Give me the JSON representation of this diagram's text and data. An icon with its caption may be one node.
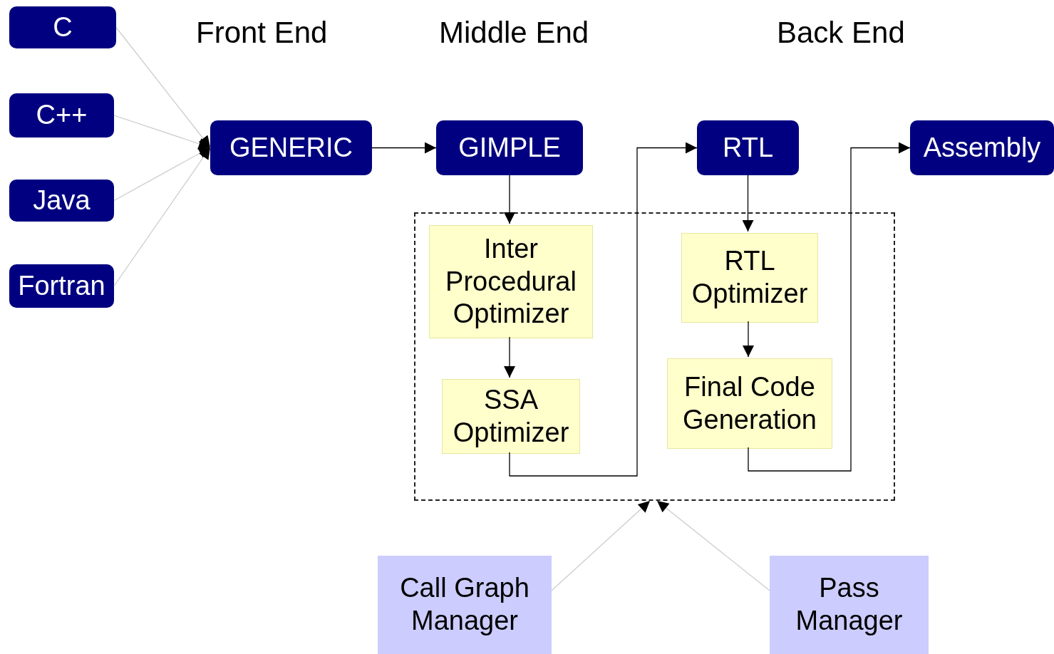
{
  "diagram": {
    "nodes": [
      {
        "text": [
          "C"
        ]
      },
      {
        "text": [
          "C++"
        ]
      },
      {
        "text": [
          "Java"
        ]
      },
      {
        "text": [
          "Fortran"
        ]
      },
      {
        "text": [
          "GENERIC"
        ]
      },
      {
        "text": [
          "GIMPLE"
        ]
      },
      {
        "text": [
          "RTL"
        ]
      },
      {
        "text": [
          "Assembly"
        ]
      },
      {
        "text": [],
        "shape": "box"
      },
      {
        "text": [
          "Inter Procedural Optimizer"
        ],
        "in": 8
      },
      {
        "text": [
          "SSA Optimizer"
        ],
        "in": 8
      },
      {
        "text": [
          "RTL Optimizer"
        ],
        "in": 8
      },
      {
        "text": [
          "Final Code Generation"
        ],
        "in": 8
      },
      {
        "text": [
          "Call Graph Manager"
        ]
      },
      {
        "text": [
          "Pass Manager"
        ]
      }
    ],
    "edges": [
      {
        "from": 0,
        "to": 4,
        "arrow": "to",
        "color": "#cccccc"
      },
      {
        "from": 1,
        "to": 4,
        "arrow": "to",
        "color": "#cccccc"
      },
      {
        "from": 2,
        "to": 4,
        "arrow": "to",
        "color": "#cccccc"
      },
      {
        "from": 3,
        "to": 4,
        "arrow": "to",
        "color": "#cccccc"
      },
      {
        "from": 4,
        "to": 5,
        "arrow": "to"
      },
      {
        "from": 5,
        "to": 9,
        "arrow": "to"
      },
      {
        "from": 9,
        "to": 10,
        "arrow": "to"
      },
      {
        "from": 10,
        "to": 6,
        "arrow": "to"
      },
      {
        "from": 6,
        "to": 11,
        "arrow": "to"
      },
      {
        "from": 11,
        "to": 12,
        "arrow": "to"
      },
      {
        "from": 12,
        "to": 7,
        "arrow": "to"
      },
      {
        "from": 13,
        "to": 8,
        "arrow": "to",
        "color": "#cccccc"
      },
      {
        "from": 14,
        "to": 8,
        "arrow": "to",
        "color": "#cccccc"
      }
    ],
    "labels": [
      "Front End",
      "Middle End",
      "Back End"
    ]
  }
}
